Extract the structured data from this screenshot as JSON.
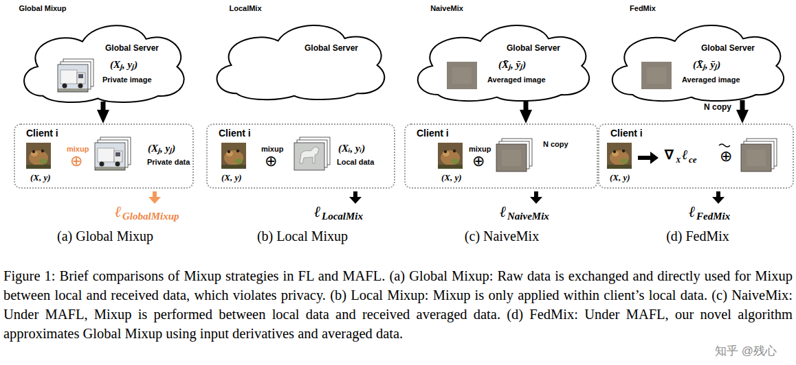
{
  "diagram": {
    "caption": "Figure 1: Brief comparisons of Mixup strategies in FL and MAFL. (a) Global Mixup: Raw data is exchanged and directly used for Mixup between local and received data, which violates privacy. (b) Local Mixup: Mixup is only applied within client’s local data. (c) NaiveMix: Under MAFL, Mixup is performed between local data and received averaged data. (d) FedMix: Under MAFL, our novel algorithm approximates Global Mixup using input derivatives and averaged data.",
    "nodes": [
      {
        "text": [
          "Global Server",
          "(Xⱼ, yⱼ)",
          "Private image"
        ]
      },
      {
        "text": [
          "Client i",
          "mixup",
          "⊕",
          "(X, y)",
          "(Xⱼ, yⱼ)",
          "Private data"
        ]
      },
      {
        "text": [
          "Global Server"
        ]
      },
      {
        "text": [
          "Client i",
          "mixup",
          "⊕",
          "(X, y)",
          "(Xᵢ, yᵢ)",
          "Local data"
        ]
      },
      {
        "text": [
          "Global Server",
          "(X̄ⱼ, ȳⱼ)",
          "Averaged image"
        ]
      },
      {
        "text": [
          "Client i",
          "mixup",
          "⊕",
          "N copy",
          "(X, y)"
        ]
      },
      {
        "text": [
          "Global Server",
          "(X̄ⱼ, ȳⱼ)",
          "Averaged image"
        ]
      },
      {
        "text": [
          "Client i",
          "∇",
          "X",
          "ℓ",
          "ce",
          "⊕",
          "(X, y)"
        ]
      }
    ],
    "edges": [
      {
        "from": 0,
        "to": 1,
        "arrow": "to"
      },
      {
        "from": 4,
        "to": 5,
        "arrow": "to"
      },
      {
        "from": 6,
        "to": 7,
        "arrow": "to",
        "label": "N copy"
      }
    ],
    "labels": [
      "Global Mixup",
      "LocalMix",
      "NaiveMix",
      "FedMix",
      "ℓ",
      "GlobalMixup",
      "ℓ",
      "LocalMix",
      "ℓ",
      "NaiveMix",
      "ℓ",
      "FedMix",
      "(a) Global Mixup",
      "(b) Local Mixup",
      "(c) NaiveMix",
      "(d) FedMix",
      "知乎 @残心"
    ]
  }
}
